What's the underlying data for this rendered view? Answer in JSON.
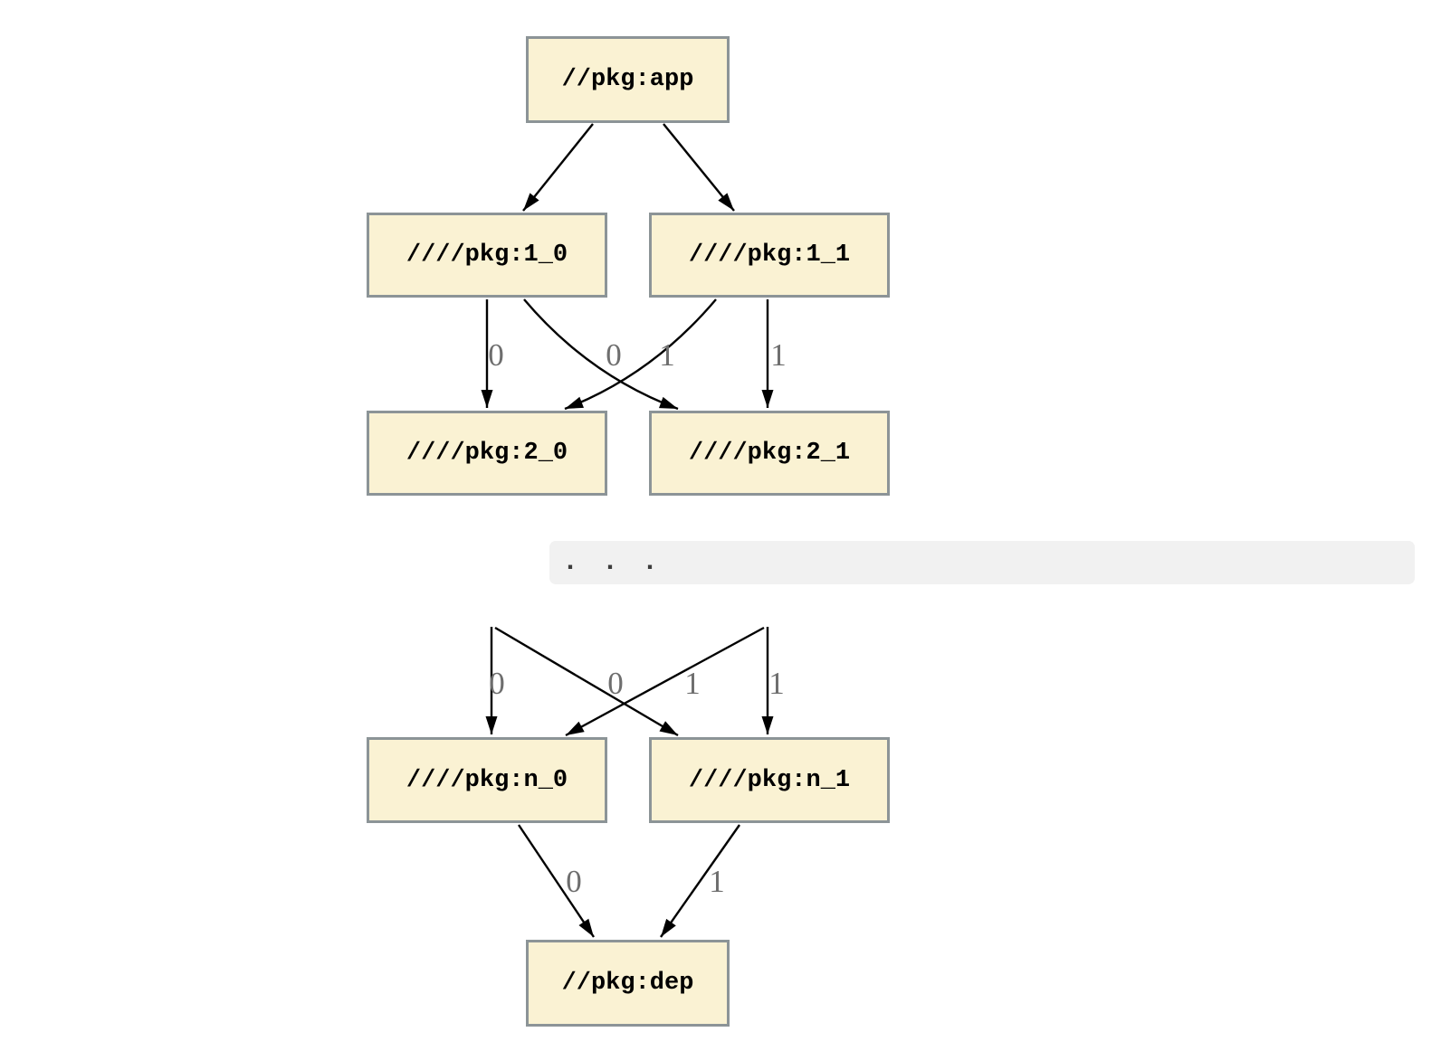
{
  "colors": {
    "node-fill": "#FAF2D3",
    "node-border": "#8C9497",
    "edge": "#000000",
    "edge-label": "#6E6E6E",
    "band-bg": "#F1F1F1",
    "band-text": "#3C3C3C",
    "node-text": "#000000",
    "background": "#FFFFFF"
  },
  "nodes": {
    "app": {
      "label": "//pkg:app"
    },
    "pkg1_0": {
      "label": "////pkg:1_0"
    },
    "pkg1_1": {
      "label": "////pkg:1_1"
    },
    "pkg2_0": {
      "label": "////pkg:2_0"
    },
    "pkg2_1": {
      "label": "////pkg:2_1"
    },
    "pkgn_0": {
      "label": "////pkg:n_0"
    },
    "pkgn_1": {
      "label": "////pkg:n_1"
    },
    "dep": {
      "label": "//pkg:dep"
    }
  },
  "edge_labels": {
    "section1": [
      "0",
      "0",
      "1",
      "1"
    ],
    "section2": [
      "0",
      "0",
      "1",
      "1"
    ],
    "section3": [
      "0",
      "1"
    ]
  },
  "ellipsis": {
    "text": ". . ."
  }
}
